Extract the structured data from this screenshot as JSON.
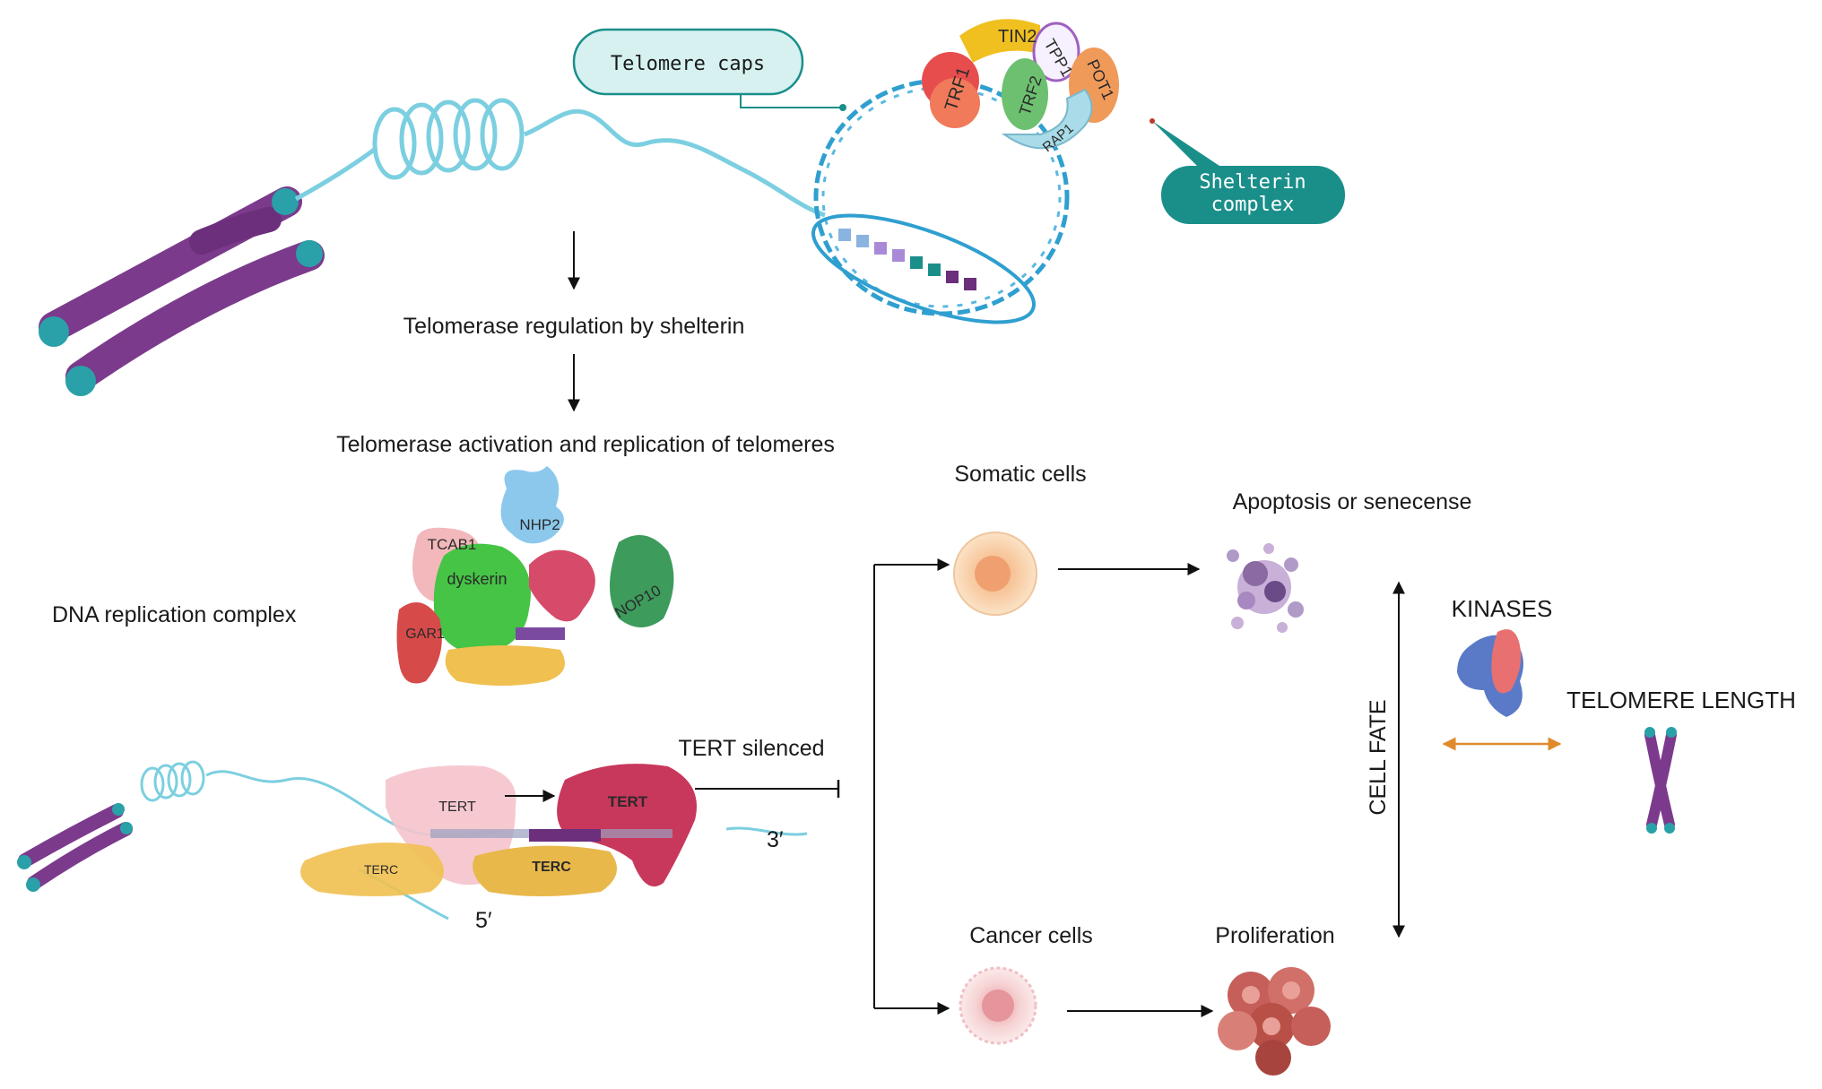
{
  "labels": {
    "telomere_caps": "Telomere caps",
    "shelterin_complex_line1": "Shelterin",
    "shelterin_complex_line2": "complex",
    "telomerase_regulation": "Telomerase regulation by shelterin",
    "telomerase_activation": "Telomerase activation and replication of telomeres",
    "dna_replication_complex": "DNA replication complex",
    "tert_silenced": "TERT silenced",
    "somatic_cells": "Somatic cells",
    "cancer_cells": "Cancer cells",
    "apoptosis": "Apoptosis or senecense",
    "proliferation": "Proliferation",
    "cell_fate": "CELL FATE",
    "kinases": "KINASES",
    "telomere_length": "TELOMERE LENGTH",
    "three_prime": "3′",
    "five_prime": "5′"
  },
  "shelterin_proteins": {
    "trf1": "TRF1",
    "tin2": "TIN2",
    "tpp1": "TPP1",
    "pot1": "POT1",
    "trf2": "TRF2",
    "rap1": "RAP1"
  },
  "complex_proteins": {
    "nhp2": "NHP2",
    "tcab1": "TCAB1",
    "dyskerin": "dyskerin",
    "nop10": "NOP10",
    "gar1": "GAR1"
  },
  "telomerase_parts": {
    "tert_inactive": "TERT",
    "tert_active": "TERT",
    "terc_inactive": "TERC",
    "terc_active": "TERC"
  },
  "colors": {
    "chromosome": "#7b3a8c",
    "telomere_tip": "#2aa0a8",
    "dna_strand": "#2f9fd0",
    "shelterin_teal": "#1a8f8a",
    "caption_box": "#d6f1f0",
    "kinases": "#e08a2c",
    "telomere_length": "#8a3fa0",
    "tert_active": "#c8375c",
    "terc": "#e8b84a"
  }
}
